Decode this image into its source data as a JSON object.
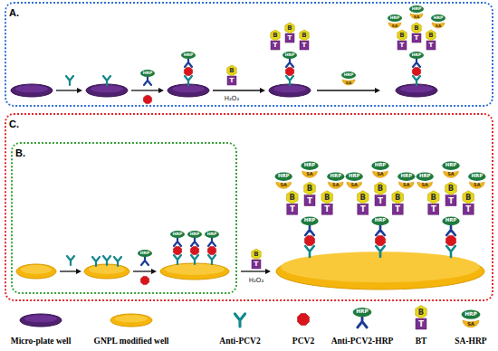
{
  "diagram": {
    "nodes": [
      {
        "text": [
          "A."
        ]
      },
      {
        "text": [
          "C."
        ]
      },
      {
        "text": [
          "B."
        ],
        "in": 1
      }
    ],
    "labels": [
      "HRP",
      "HRP",
      "B",
      "T",
      "H₂O₂",
      "HRP",
      "B",
      "T",
      "B",
      "T",
      "B",
      "T",
      "HRP",
      "SA",
      "HRP",
      "B",
      "T",
      "B",
      "T",
      "B",
      "T",
      "HRP",
      "SA",
      "HRP",
      "SA",
      "HRP",
      "SA",
      "HRP",
      "HRP",
      "HRP",
      "HRP",
      "B",
      "T",
      "H₂O₂",
      "HRP",
      "B",
      "T",
      "B",
      "T",
      "B",
      "T",
      "HRP",
      "SA",
      "HRP",
      "SA",
      "HRP",
      "SA",
      "HRP",
      "B",
      "T",
      "B",
      "T",
      "B",
      "T",
      "HRP",
      "SA",
      "HRP",
      "SA",
      "HRP",
      "SA",
      "HRP",
      "B",
      "T",
      "B",
      "T",
      "B",
      "T",
      "HRP",
      "SA",
      "HRP",
      "SA",
      "HRP",
      "SA",
      "HRP",
      "B",
      "T",
      "HRP",
      "SA"
    ],
    "legend": [
      {
        "text": "Micro-plate well"
      },
      {
        "text": "GNPL modified well"
      },
      {
        "text": "Anti-PCV2"
      },
      {
        "text": "PCV2"
      },
      {
        "text": "Anti-PCV2-HRP"
      },
      {
        "text": "BT"
      },
      {
        "text": "SA-HRP"
      }
    ]
  }
}
